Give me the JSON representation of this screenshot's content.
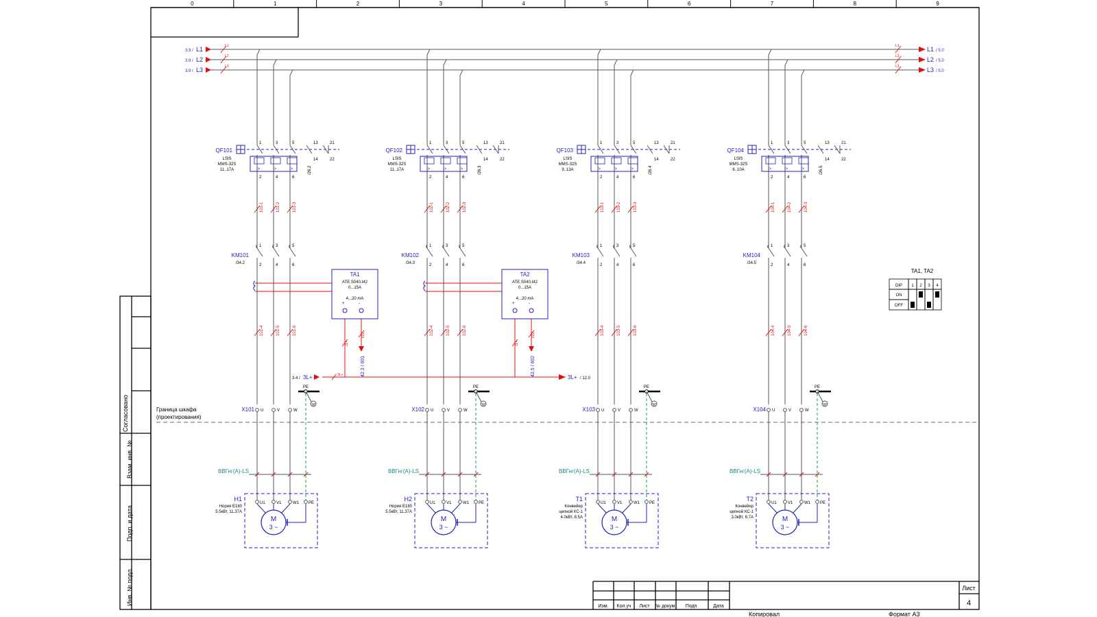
{
  "colors": {
    "frame": "#000000",
    "wire": "#555555",
    "label": "#1f1fb8",
    "red": "#e01010",
    "green": "#1a9a4a",
    "teal": "#1a8a8a"
  },
  "column_numbers": [
    "0",
    "1",
    "2",
    "3",
    "4",
    "5",
    "6",
    "7",
    "8",
    "9"
  ],
  "bus_in": [
    {
      "ref": "3.9 /",
      "name": "L1",
      "mark": "L1"
    },
    {
      "ref": "3.9 /",
      "name": "L2",
      "mark": "L2"
    },
    {
      "ref": "3.9 /",
      "name": "L3",
      "mark": "L3"
    }
  ],
  "bus_out": [
    {
      "name": "L1",
      "ref": "/ 5.0",
      "mark": "L1"
    },
    {
      "name": "L2",
      "ref": "/ 5.0",
      "mark": "L2"
    },
    {
      "name": "L3",
      "ref": "/ 5.0",
      "mark": "L3"
    }
  ],
  "feeders": [
    {
      "qf": {
        "name": "QF101",
        "l1": "LSIS",
        "l2": "MMS-32S",
        "l3": "11..17A",
        "ref": "/26.2"
      },
      "qf_term_top": [
        "1",
        "3",
        "5"
      ],
      "qf_term_bot": [
        "2",
        "4",
        "6"
      ],
      "aux": [
        "13",
        "14",
        "21",
        "22"
      ],
      "wires_a": [
        "101-1",
        "101-2",
        "101-3"
      ],
      "km": {
        "name": "KM101",
        "ref": "/34.2"
      },
      "km_term_top": [
        "1",
        "3",
        "5"
      ],
      "km_term_bot": [
        "2",
        "4",
        "6"
      ],
      "wires_b": [
        "101-4",
        "101-5",
        "101-6"
      ],
      "terminal": {
        "name": "X101",
        "pins": [
          "U",
          "V",
          "W"
        ]
      },
      "pe": "PE",
      "cable": "ВВГнг(А)-LS",
      "motor": {
        "name": "H1",
        "l1": "Нория E180",
        "l2": "5.5кВт, 11.37А",
        "pins": [
          "U1",
          "V1",
          "W1",
          "PE"
        ],
        "m": "M",
        "ph": "3 ~"
      }
    },
    {
      "qf": {
        "name": "QF102",
        "l1": "LSIS",
        "l2": "MMS-32S",
        "l3": "11..17A",
        "ref": "/26.3"
      },
      "qf_term_top": [
        "1",
        "3",
        "5"
      ],
      "qf_term_bot": [
        "2",
        "4",
        "6"
      ],
      "aux": [
        "13",
        "14",
        "21",
        "22"
      ],
      "wires_a": [
        "102-1",
        "102-2",
        "102-3"
      ],
      "km": {
        "name": "KM102",
        "ref": "/34.3"
      },
      "km_term_top": [
        "1",
        "3",
        "5"
      ],
      "km_term_bot": [
        "2",
        "4",
        "6"
      ],
      "wires_b": [
        "102-4",
        "102-5",
        "102-6"
      ],
      "terminal": {
        "name": "X102",
        "pins": [
          "U",
          "V",
          "W"
        ]
      },
      "pe": "PE",
      "cable": "ВВГнг(А)-LS",
      "motor": {
        "name": "H2",
        "l1": "Нория E180",
        "l2": "5.5кВт, 11.37А",
        "pins": [
          "U1",
          "V1",
          "W1",
          "PE"
        ],
        "m": "M",
        "ph": "3 ~"
      }
    },
    {
      "qf": {
        "name": "QF103",
        "l1": "LSIS",
        "l2": "MMS-32S",
        "l3": "9..13A",
        "ref": "/26.4"
      },
      "qf_term_top": [
        "1",
        "3",
        "5"
      ],
      "qf_term_bot": [
        "2",
        "4",
        "6"
      ],
      "aux": [
        "13",
        "14",
        "21",
        "22"
      ],
      "wires_a": [
        "103-1",
        "103-2",
        "103-3"
      ],
      "km": {
        "name": "KM103",
        "ref": "/34.4"
      },
      "km_term_top": [
        "1",
        "3",
        "5"
      ],
      "km_term_bot": [
        "2",
        "4",
        "6"
      ],
      "wires_b": [
        "103-4",
        "103-5",
        "103-6"
      ],
      "terminal": {
        "name": "X103",
        "pins": [
          "U",
          "V",
          "W"
        ]
      },
      "pe": "PE",
      "cable": "ВВГнг(А)-LS",
      "motor": {
        "name": "T1",
        "l1": "Конвейер",
        "l2": "цепной КС-1",
        "l3": "4.0кВт, 8.5А",
        "pins": [
          "U1",
          "V1",
          "W1",
          "PE"
        ],
        "m": "M",
        "ph": "3 ~"
      }
    },
    {
      "qf": {
        "name": "QF104",
        "l1": "LSIS",
        "l2": "MMS-32S",
        "l3": "6..10A",
        "ref": "/26.5"
      },
      "qf_term_top": [
        "1",
        "3",
        "5"
      ],
      "qf_term_bot": [
        "2",
        "4",
        "6"
      ],
      "aux": [
        "13",
        "14",
        "21",
        "22"
      ],
      "wires_a": [
        "104-1",
        "104-2",
        "104-3"
      ],
      "km": {
        "name": "KM104",
        "ref": "/34.5"
      },
      "km_term_top": [
        "1",
        "3",
        "5"
      ],
      "km_term_bot": [
        "2",
        "4",
        "6"
      ],
      "wires_b": [
        "104-4",
        "104-5",
        "104-6"
      ],
      "terminal": {
        "name": "X104",
        "pins": [
          "U",
          "V",
          "W"
        ]
      },
      "pe": "PE",
      "cable": "ВВГнг(А)-LS",
      "motor": {
        "name": "T2",
        "l1": "Конвейер",
        "l2": "цепной КС-1",
        "l3": "3.0кВт, 6.7А",
        "pins": [
          "U1",
          "V1",
          "W1",
          "PE"
        ],
        "m": "M",
        "ph": "3 ~"
      }
    }
  ],
  "transducers": [
    {
      "name": "TA1",
      "l1": "ATE.S040.I42",
      "l2": "0...15A",
      "l3": "4...20 mA",
      "pins": [
        "+",
        "-"
      ],
      "w_plus": "3L+",
      "w_out": "601",
      "ref": "42.3 / 601"
    },
    {
      "name": "TA2",
      "l1": "ATE.S040.I42",
      "l2": "0...15A",
      "l3": "4...20 mA",
      "pins": [
        "+",
        "-"
      ],
      "w_plus": "3L+",
      "w_out": "602",
      "ref": "42.5 / 602"
    }
  ],
  "power_line": {
    "in_ref": "3.4 /",
    "in_name": "3L+",
    "mark": "3L+",
    "out_name": "3L+",
    "out_ref": "/ 12.0"
  },
  "boundary_label": [
    "Граница шкафа",
    "(проектирования)"
  ],
  "dip": {
    "title": "TA1, TA2",
    "header": "DIP",
    "cols": [
      "1",
      "2",
      "3",
      "4"
    ],
    "rows": [
      "ON",
      "OFF"
    ],
    "switch_on": [
      false,
      true,
      false,
      true
    ]
  },
  "side_stamps": [
    "Согласовано",
    "Взам. инв. №",
    "Подп. и дата",
    "Инв. № подл."
  ],
  "title_block": {
    "headers": [
      "Изм.",
      "Кол.уч",
      "Лист",
      "№ докум.",
      "Подп.",
      "Дата"
    ],
    "sheet_label": "Лист",
    "sheet_num": "4",
    "copied": "Копировал",
    "format": "Формат А3"
  }
}
